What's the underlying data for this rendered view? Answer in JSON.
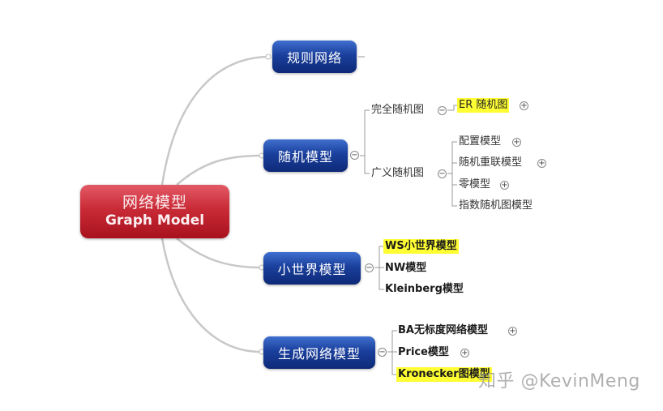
{
  "root": {
    "title_cn": "网络模型",
    "title_en": "Graph Model",
    "color": "#c92b36"
  },
  "branches": [
    {
      "label": "规则网络",
      "children": []
    },
    {
      "label": "随机模型",
      "collapse": "−",
      "children": [
        {
          "label": "完全随机图",
          "collapse": "−",
          "children": [
            {
              "label": "ER 随机图",
              "highlight": true,
              "expand": "+"
            }
          ]
        },
        {
          "label": "广义随机图",
          "collapse": "−",
          "children": [
            {
              "label": "配置模型",
              "expand": "+"
            },
            {
              "label": "随机重联模型",
              "expand": "+"
            },
            {
              "label": "零模型",
              "expand": "+"
            },
            {
              "label": "指数随机图模型"
            }
          ]
        }
      ]
    },
    {
      "label": "小世界模型",
      "collapse": "−",
      "children": [
        {
          "label": "WS小世界模型",
          "highlight": true
        },
        {
          "label": "NW模型"
        },
        {
          "label": "Kleinberg模型"
        }
      ]
    },
    {
      "label": "生成网络模型",
      "collapse": "−",
      "children": [
        {
          "label": "BA无标度网络模型",
          "expand": "+"
        },
        {
          "label": "Price模型",
          "expand": "+"
        },
        {
          "label": "Kronecker图模型",
          "highlight": true
        }
      ]
    }
  ],
  "colors": {
    "branch_node": "#1a3f9c",
    "highlight": "#ffff33",
    "connector": "#c8c8c8"
  },
  "watermark": "知乎 @KevinMeng"
}
